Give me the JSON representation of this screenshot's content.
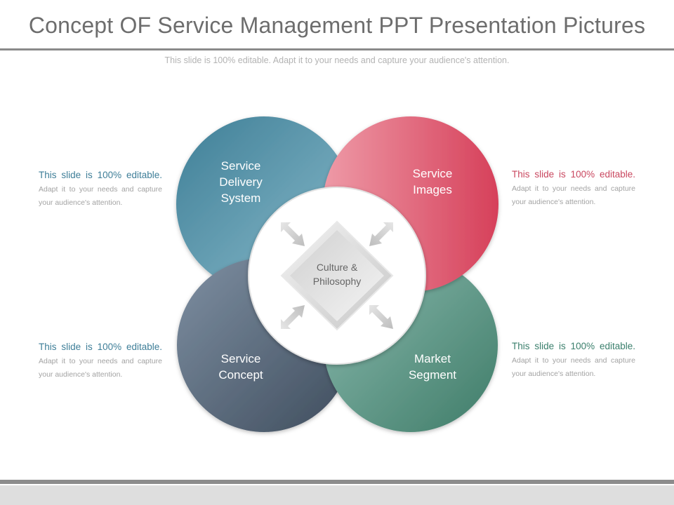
{
  "title": "Concept OF Service Management PPT Presentation Pictures",
  "subtitle": "This slide is 100% editable. Adapt it to your needs and capture your audience's attention.",
  "center": {
    "line1": "Culture &",
    "line2": "Philosophy"
  },
  "petals": {
    "top_left": {
      "line1": "Service",
      "line2": "Delivery",
      "line3": "System"
    },
    "top_right": {
      "line1": "Service",
      "line2": "Images"
    },
    "bottom_left": {
      "line1": "Service",
      "line2": "Concept"
    },
    "bottom_right": {
      "line1": "Market",
      "line2": "Segment"
    }
  },
  "notes": {
    "top_left": {
      "lead": "This slide is 100% editable.",
      "rest": "Adapt it to your needs and capture your audience's attention."
    },
    "top_right": {
      "lead": "This slide is 100% editable.",
      "rest": "Adapt it to your needs and capture your audience's attention."
    },
    "bottom_left": {
      "lead": "This slide is 100% editable.",
      "rest": "Adapt it to your needs and capture your audience's attention."
    },
    "bottom_right": {
      "lead": "This slide is 100% editable.",
      "rest": "Adapt it to your needs and capture your audience's attention."
    }
  },
  "colors": {
    "blue": "#3e7e98",
    "red": "#d9485f",
    "slate": "#4a5a6b",
    "green": "#4a8673"
  }
}
